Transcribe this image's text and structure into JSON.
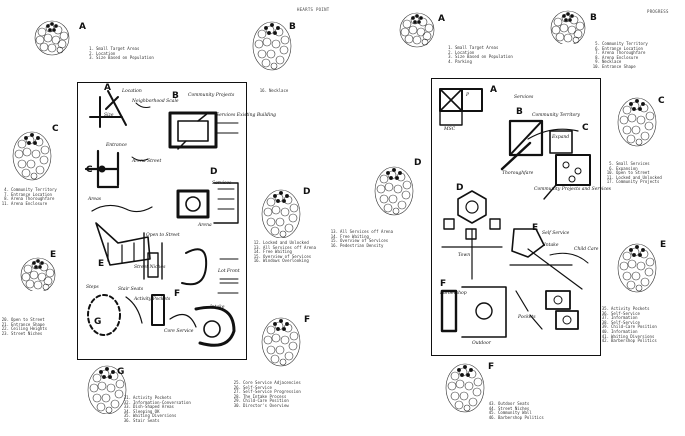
{
  "left_page": {
    "header": "HEARTS POINT",
    "tree_letters": [
      "A",
      "B",
      "C",
      "D",
      "E",
      "F",
      "G"
    ],
    "lists": {
      "A": [
        "Small Target Areas",
        "Location",
        "Size Based on Population"
      ],
      "B": [
        "Necklace"
      ],
      "C": [
        "Community Territory",
        "Entrance Location",
        "Arena Thoroughfare",
        "Arena Enclosure"
      ],
      "D": [
        "Locked and Unlocked",
        "All Services off Arena",
        "Free Waiting",
        "Overview of Services",
        "Windows Overlooking"
      ],
      "E": [
        "Open to Street",
        "Entrance Shape",
        "Ceiling Heights",
        "Street Niches"
      ],
      "F": [
        "Core Service Adjacencies",
        "Self-Service",
        "Self-Service Progression",
        "The Intake Process",
        "Child-Care Position",
        "Director's Overview"
      ],
      "G": [
        "Activity Pockets",
        "Information-Conversation",
        "Dish-Shaped Areas",
        "Sleeping OK",
        "Waiting Diversions",
        "Stair Seats"
      ]
    },
    "numbers": {
      "A": [
        "1.",
        "2.",
        "3."
      ],
      "B": [
        "16."
      ],
      "C": [
        "4.",
        "7.",
        "8.",
        "11."
      ],
      "D": [
        "12.",
        "13.",
        "14.",
        "15.",
        "16."
      ],
      "E": [
        "20.",
        "21.",
        "22.",
        "23."
      ],
      "F": [
        "25.",
        "26.",
        "27.",
        "28.",
        "29.",
        "30."
      ],
      "G": [
        "31.",
        "32.",
        "33.",
        "34.",
        "35.",
        "36."
      ]
    },
    "sketch": {
      "letters": [
        "A",
        "B",
        "C",
        "D",
        "E",
        "F",
        "G"
      ],
      "labels": [
        "Location",
        "Size",
        "Neighborhood Scale",
        "Community Projects",
        "Services Existing Building",
        "Entrance",
        "Arena Street",
        "Services",
        "Areas",
        "Arena",
        "Open to Street",
        "Lot Front",
        "Street Niches",
        "Stair Seats",
        "Steps",
        "Activity Pockets",
        "Core Service",
        "Intake"
      ]
    }
  },
  "right_page": {
    "header": "PROGRESS",
    "tree_letters": [
      "A",
      "B",
      "C",
      "D",
      "E",
      "F"
    ],
    "lists": {
      "A": [
        "Small Target Areas",
        "Location",
        "Size Based on Population",
        "Parking"
      ],
      "B": [
        "Community Territory",
        "Entrance Location",
        "Arena Thoroughfare",
        "Arena Enclosure",
        "Necklace",
        "Entrance Shape"
      ],
      "C": [
        "Small Services",
        "Expansion",
        "Open to Street",
        "Locked and Unlocked",
        "Community Projects"
      ],
      "D": [
        "All Services off Arena",
        "Free Waiting",
        "Overview of Services",
        "Pedestrian Density"
      ],
      "E": [
        "Activity Pockets",
        "Self-Service",
        "Information",
        "Self-Service",
        "Child-Care Position",
        "Information",
        "Waiting Diversions",
        "Barbershop Politics"
      ],
      "F": [
        "Outdoor Seats",
        "Street Niches",
        "Community Wall",
        "Barbershop Politics"
      ]
    },
    "numbers": {
      "A": [
        "1.",
        "2.",
        "3.",
        "4."
      ],
      "B": [
        "5.",
        "6.",
        "7.",
        "8.",
        "9.",
        "10."
      ],
      "C": [
        "5.",
        "6.",
        "10.",
        "11.",
        "17."
      ],
      "D": [
        "13.",
        "14.",
        "15.",
        "16."
      ],
      "E": [
        "35.",
        "36.",
        "37.",
        "38.",
        "39.",
        "40.",
        "41.",
        "42."
      ],
      "F": [
        "43.",
        "44.",
        "45.",
        "46."
      ]
    },
    "sketch": {
      "letters": [
        "A",
        "B",
        "C",
        "D",
        "E",
        "F"
      ],
      "labels": [
        "P",
        "MSC",
        "Services",
        "Community Territory",
        "Thoroughfare",
        "Expand",
        "Community Projects and Services",
        "Self Service",
        "Intake",
        "Child Care",
        "Town",
        "Barbershop",
        "Pockets",
        "Outdoor"
      ]
    }
  }
}
